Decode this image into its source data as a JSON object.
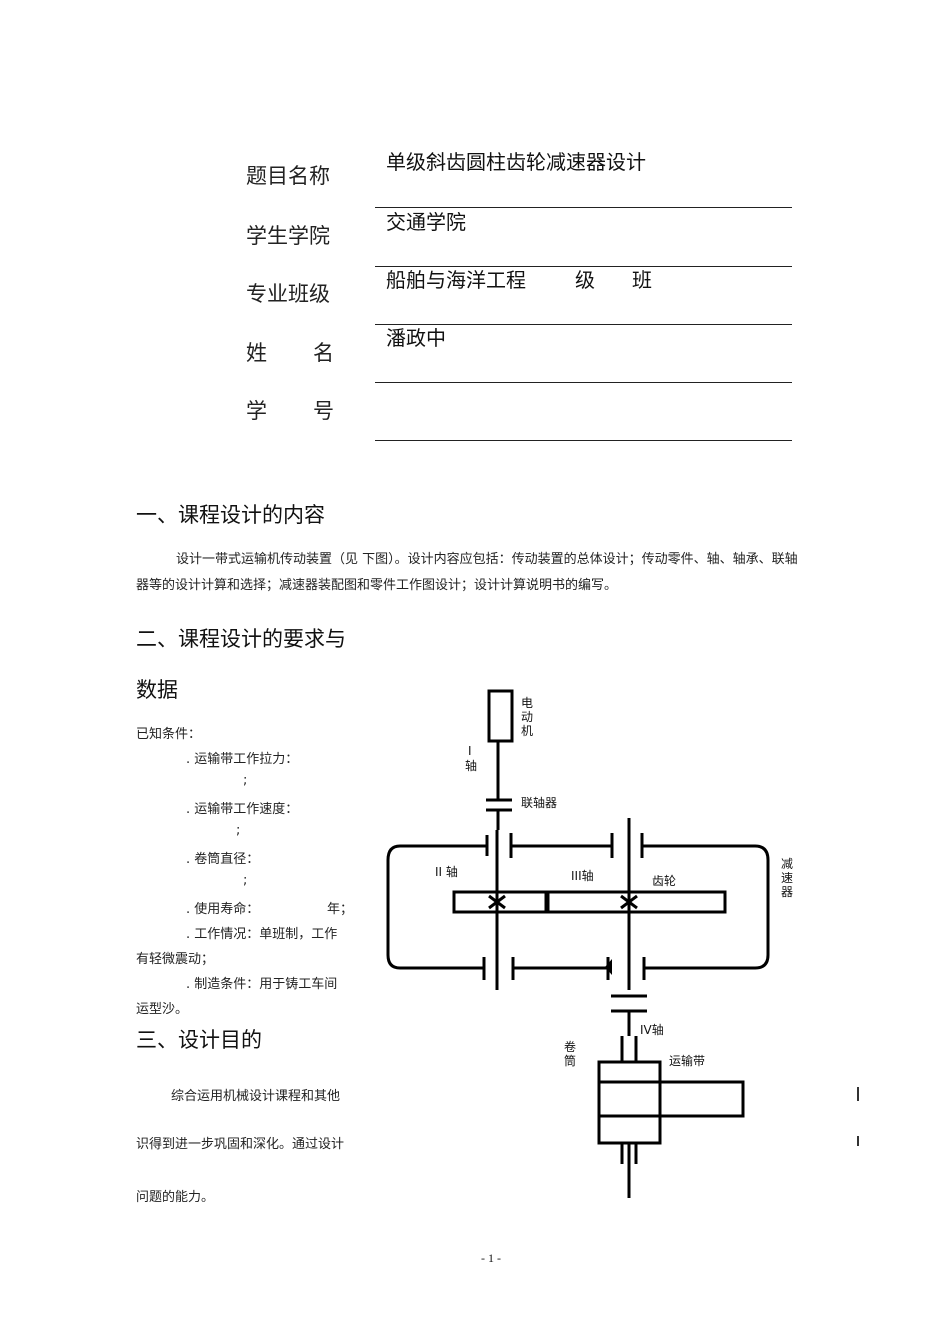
{
  "cover": {
    "labels": {
      "topic": "题目名称",
      "college": "学生学院",
      "major": "专业班级",
      "name": [
        "姓",
        "名"
      ],
      "id": [
        "学",
        "号"
      ]
    },
    "values": {
      "topic": "单级斜齿圆柱齿轮减速器设计",
      "college": "交通学院",
      "major_a": "船舶与海洋工程",
      "major_b": "级",
      "major_c": "班",
      "name": "潘政中",
      "id": ""
    }
  },
  "section1": {
    "heading": "一、课程设计的内容",
    "line1": "设计一带式运输机传动装置（见 下图）。设计内容应包括：传动装置的总体设计；传动零件、轴、轴承、联轴",
    "line2": "器等的设计计算和选择；减速器装配图和零件工作图设计；设计计算说明书的编写。"
  },
  "section2": {
    "heading_a": "二、课程设计的要求与",
    "heading_b": "数据",
    "conditions_title": "已知条件：",
    "items": [
      ". 运输带工作拉力：",
      ";",
      ". 运输带工作速度：",
      ";",
      ". 卷筒直径：",
      ";",
      ". 使用寿命：",
      "年；",
      ". 工作情况：单班制，工作",
      "有轻微震动；",
      ". 制造条件：用于铸工车间",
      "运型沙。"
    ]
  },
  "section3": {
    "heading": "三、设计目的",
    "line1": "综合运用机械设计课程和其他",
    "line2": "识得到进一步巩固和深化。通过设计",
    "line3": "问题的能力。"
  },
  "diagram": {
    "motor": [
      "电",
      "动",
      "机"
    ],
    "shaft1": [
      "I",
      "轴"
    ],
    "coupling": "联轴器",
    "shaft2": "II 轴",
    "shaft3": "III轴",
    "gear": "齿轮",
    "reducer": [
      "减",
      "速",
      "器"
    ],
    "shaft4": "IV轴",
    "drum": [
      "卷",
      "筒"
    ],
    "belt": "运输带"
  },
  "footer": {
    "page": "- 1 -"
  }
}
